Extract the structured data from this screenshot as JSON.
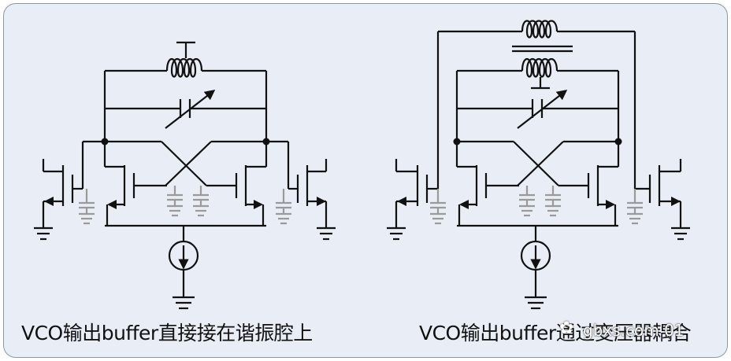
{
  "captions": {
    "left": "VCO输出buffer直接接在谐振腔上",
    "right": "VCO输出buffer通过变压器耦合"
  },
  "watermark": {
    "text": "gbxs.com 01"
  },
  "colors": {
    "wire": "#111111",
    "parasitic_cap": "#9a9a9a",
    "panel_bg": "#e8edf6",
    "panel_border": "#8f96a3"
  }
}
